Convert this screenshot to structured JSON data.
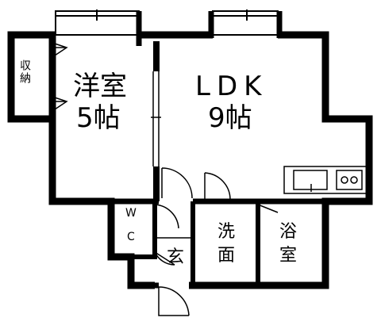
{
  "rooms": {
    "storage": "収納",
    "western_name": "洋室",
    "western_size": "5帖",
    "ldk_name": "LDK",
    "ldk_size": "9帖",
    "wc_top": "W",
    "wc_bottom": "C",
    "entrance": "玄",
    "washroom_top": "洗",
    "washroom_bottom": "面",
    "bath_top": "浴",
    "bath_bottom": "室"
  }
}
